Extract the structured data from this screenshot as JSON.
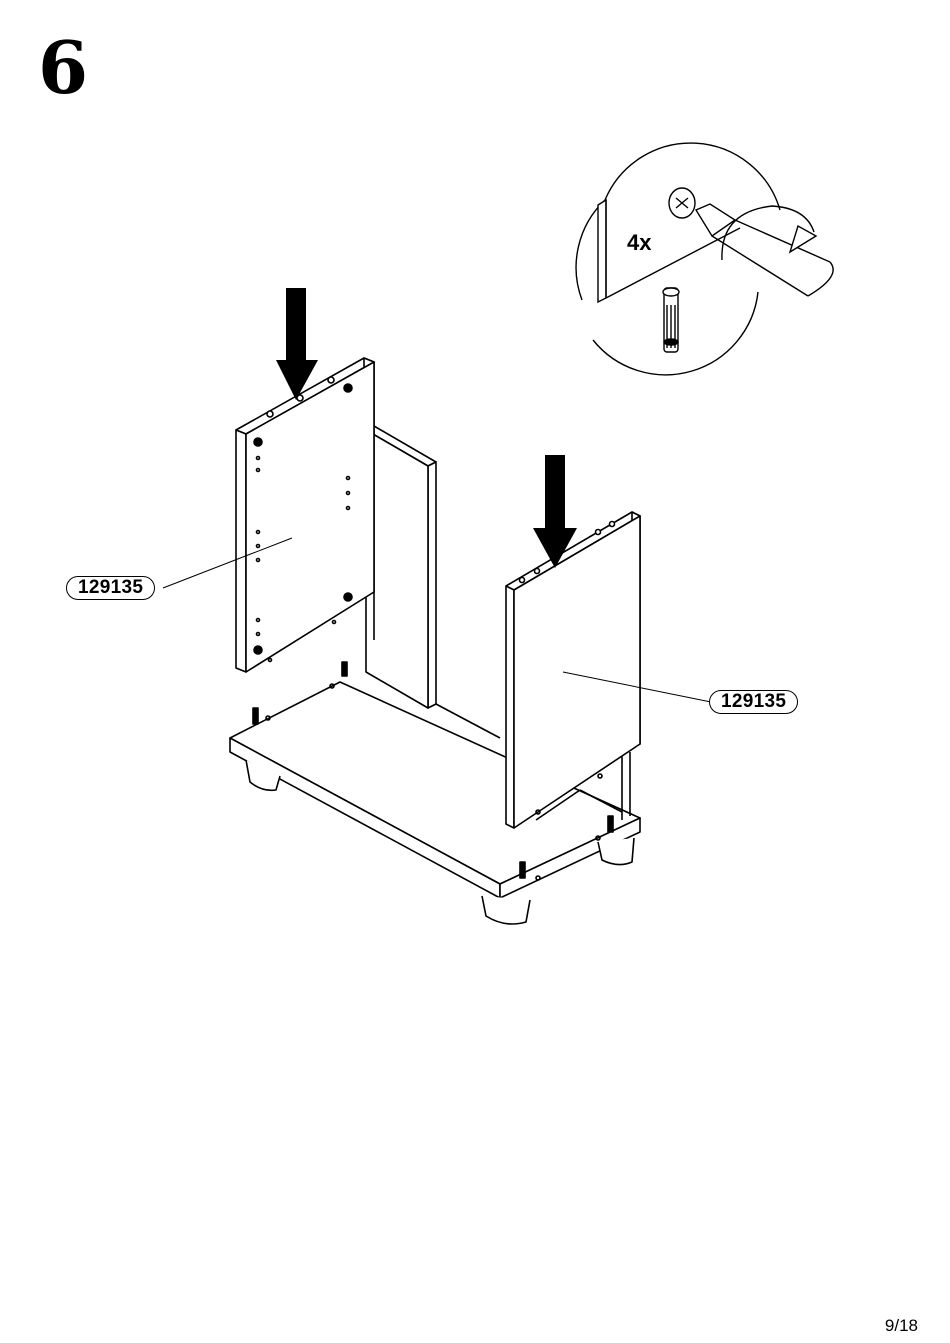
{
  "step": {
    "number": "6"
  },
  "detail": {
    "quantity": "4x"
  },
  "parts": [
    {
      "id": "129135"
    },
    {
      "id": "129135"
    }
  ],
  "footer": {
    "page": "9/18"
  }
}
